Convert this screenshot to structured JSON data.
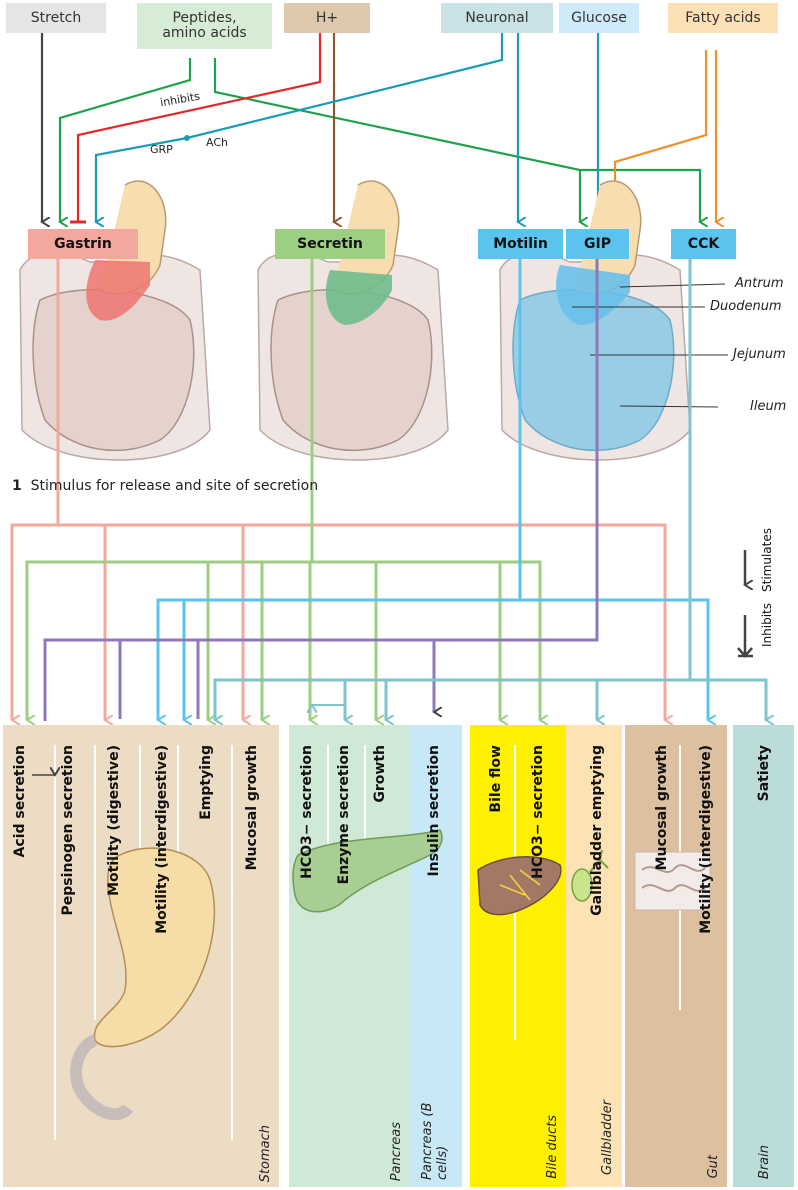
{
  "stimuli": {
    "stretch": "Stretch",
    "peptides": "Peptides, amino acids",
    "h": "H+",
    "neuronal": "Neuronal",
    "glucose": "Glucose",
    "fatty_acids": "Fatty acids"
  },
  "small_labels": {
    "inhibits": "inhibits",
    "grp": "GRP",
    "ach": "ACh"
  },
  "hormones": {
    "gastrin": "Gastrin",
    "secretin": "Secretin",
    "motilin": "Motilin",
    "gip": "GIP",
    "cck": "CCK"
  },
  "gut_labels": {
    "antrum": "Antrum",
    "duodenum": "Duodenum",
    "jejunum": "Jejunum",
    "ileum": "Ileum"
  },
  "caption": {
    "num": "1",
    "text": "Stimulus for release and site of secretion"
  },
  "legend": {
    "stimulates": "Stimulates",
    "inhibits": "Inhibits"
  },
  "effects": {
    "acid": "Acid secretion",
    "pepsinogen": "Pepsinogen secretion",
    "motility_dig": "Motility (digestive)",
    "motility_inter": "Motility (interdigestive)",
    "emptying": "Emptying",
    "mucosal_growth": "Mucosal growth",
    "hco3": "HCO3− secretion",
    "enzyme": "Enzyme secretion",
    "growth": "Growth",
    "insulin": "Insulin secretion",
    "bile_flow": "Bile flow",
    "hco3_bile": "HCO3− secretion",
    "gallbladder_emptying": "Gallbladder emptying",
    "gut_mucosal": "Mucosal growth",
    "gut_motility": "Motility (interdigestive)",
    "satiety": "Satiety"
  },
  "organs": {
    "stomach": "Stomach",
    "pancreas": "Pancreas",
    "pancreas_b": "Pancreas (B cells)",
    "bile_ducts": "Bile ducts",
    "gallbladder": "Gallbladder",
    "gut": "Gut",
    "brain": "Brain"
  },
  "colors": {
    "gastrin": "#f4a79d",
    "secretin": "#9ccf82",
    "motilin": "#5bc4ee",
    "gip": "#8e78bb",
    "cck": "#7fc3cd",
    "stomach_panel": "#ecdcc4",
    "pancreas_panel": "#cfe9d6",
    "pancreas_b_panel": "#c6e8f7",
    "bile_panel": "#ffef00",
    "gallbladder_panel": "#fde3b4",
    "gut_panel": "#ddc0a0",
    "brain_panel": "#bcdcd9"
  }
}
